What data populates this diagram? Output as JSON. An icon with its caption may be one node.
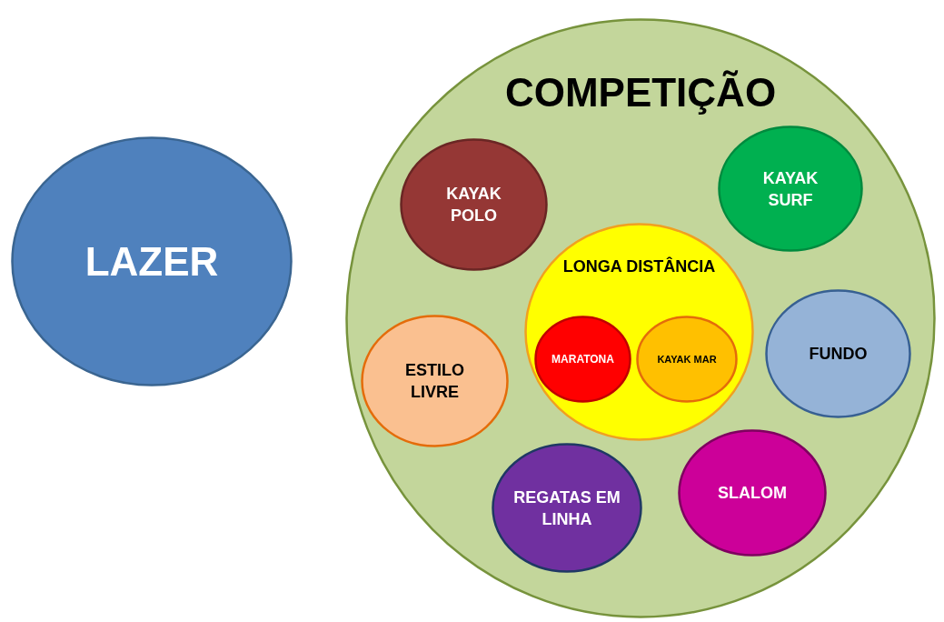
{
  "diagram": {
    "nodes": [
      {
        "text": [
          "LAZER"
        ]
      },
      {
        "text": [
          "COMPETIÇÃO"
        ]
      },
      {
        "text": [
          "KAYAK POLO"
        ],
        "in": 1
      },
      {
        "text": [
          "KAYAK SURF"
        ],
        "in": 1
      },
      {
        "text": [
          "LONGA DISTÂNCIA"
        ],
        "in": 1
      },
      {
        "text": [
          "MARATONA"
        ],
        "in": 4
      },
      {
        "text": [
          "KAYAK MAR"
        ],
        "in": 4
      },
      {
        "text": [
          "ESTILO LIVRE"
        ],
        "in": 1
      },
      {
        "text": [
          "FUNDO"
        ],
        "in": 1
      },
      {
        "text": [
          "REGATAS EM LINHA"
        ],
        "in": 1
      },
      {
        "text": [
          "SLALOM"
        ],
        "in": 1
      }
    ]
  }
}
